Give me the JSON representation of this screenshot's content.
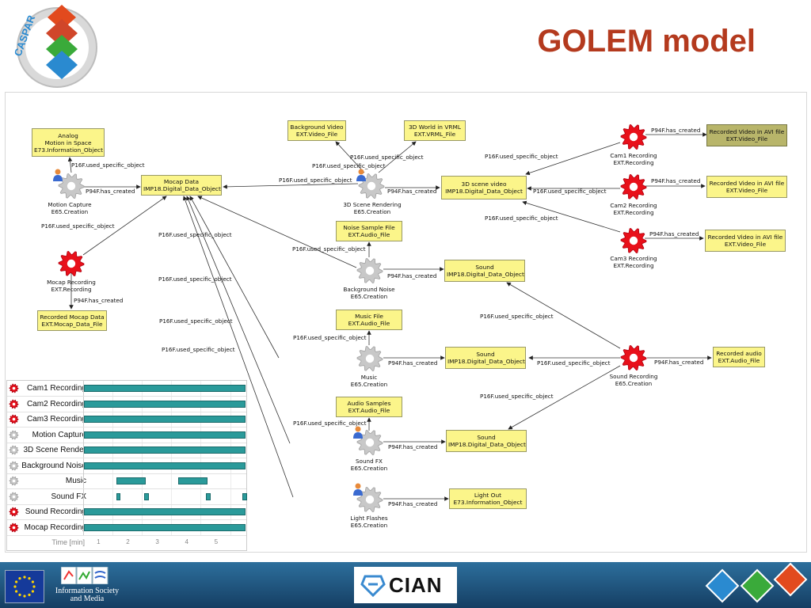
{
  "title": "GOLEM model",
  "logo": {
    "text": "CASPAR"
  },
  "diagram": {
    "boxes": {
      "analog": "Analog|Motion in Space|E73.Information_Object",
      "mocap_data": "Mocap Data|IMP18.Digital_Data_Object",
      "recorded_mocap": "Recorded Mocap Data|EXT.Mocap_Data_File",
      "bg_video": "Background Video|EXT.Video_File",
      "world_vrml": "3D World in VRML|EXT.VRML_File",
      "scene_video": "3D scene video|IMP18.Digital_Data_Object",
      "rec_avi1": "Recorded Video in AVI file|EXT.Video_File",
      "rec_avi2": "Recorded Video in AVI file|EXT.Video_File",
      "rec_avi3": "Recorded Video in AVI file|EXT.Video_File",
      "noise_sample": "Noise Sample File|EXT.Audio_File",
      "sound1": "Sound|IMP18.Digital_Data_Object",
      "music_file": "Music File|EXT.Audio_File",
      "sound2": "Sound|IMP18.Digital_Data_Object",
      "recorded_audio": "Recorded audio|EXT.Audio_File",
      "audio_samples": "Audio Samples|EXT.Audio_File",
      "sound3": "Sound|IMP18.Digital_Data_Object",
      "light_out": "Light Out|E73.Information_Object"
    },
    "activities": {
      "motion_capture": "Motion Capture|E65.Creation",
      "mocap_recording": "Mocap Recording|EXT.Recording",
      "scene_rendering": "3D Scene Rendering|E65.Creation",
      "cam1": "Cam1 Recording|EXT.Recording",
      "cam2": "Cam2 Recording|EXT.Recording",
      "cam3": "Cam3 Recording|EXT.Recording",
      "background_noise": "Background Noise|E65.Creation",
      "music": "Music|E65.Creation",
      "sound_recording": "Sound Recording|E65.Creation",
      "sound_fx": "Sound FX|E65.Creation",
      "light_flashes": "Light Flashes|E65.Creation"
    },
    "edge_labels": {
      "used": "P16F.used_specific_object",
      "created": "P94F.has_created"
    }
  },
  "timeline": {
    "rows": [
      {
        "label": "Cam1 Recording",
        "icon": "red-gear-icon",
        "bars": [
          [
            0,
            5.5
          ]
        ]
      },
      {
        "label": "Cam2 Recording",
        "icon": "red-gear-icon",
        "bars": [
          [
            0,
            5.5
          ]
        ]
      },
      {
        "label": "Cam3 Recording",
        "icon": "red-gear-icon",
        "bars": [
          [
            0,
            5.5
          ]
        ]
      },
      {
        "label": "Motion Capture",
        "icon": "grey-gear-icon",
        "bars": [
          [
            0,
            5.5
          ]
        ]
      },
      {
        "label": "3D Scene Render",
        "icon": "grey-gear-icon",
        "bars": [
          [
            0,
            5.5
          ]
        ]
      },
      {
        "label": "Background Noise",
        "icon": "grey-gear-icon",
        "bars": [
          [
            0,
            5.5
          ]
        ]
      },
      {
        "label": "Music",
        "icon": "grey-gear-icon",
        "bars": [
          [
            1.1,
            2.1
          ],
          [
            3.2,
            4.2
          ]
        ]
      },
      {
        "label": "Sound FX",
        "icon": "grey-gear-icon",
        "bars": [
          [
            1.1,
            1.25
          ],
          [
            2.05,
            2.2
          ],
          [
            4.15,
            4.3
          ],
          [
            5.4,
            5.55
          ]
        ]
      },
      {
        "label": "Sound Recording",
        "icon": "red-gear-icon",
        "bars": [
          [
            0,
            5.5
          ]
        ]
      },
      {
        "label": "Mocap Recording",
        "icon": "red-gear-icon",
        "bars": [
          [
            0,
            5.5
          ]
        ]
      }
    ],
    "axis_label": "Time [min]",
    "ticks": [
      "1",
      "2",
      "3",
      "4",
      "5"
    ],
    "range": [
      0,
      5.55
    ]
  },
  "footer": {
    "is_text": "Information Society and Media",
    "partner_logo": "CIAN"
  },
  "colors": {
    "title": "#b43a1e",
    "box_fill": "#fbf58a",
    "box_dark_fill": "#b8b56a",
    "red_gear": "#e8101a",
    "grey_gear": "#c8c8c8",
    "timeline_bar": "#2a9a9a",
    "footer": "#1f5580"
  }
}
